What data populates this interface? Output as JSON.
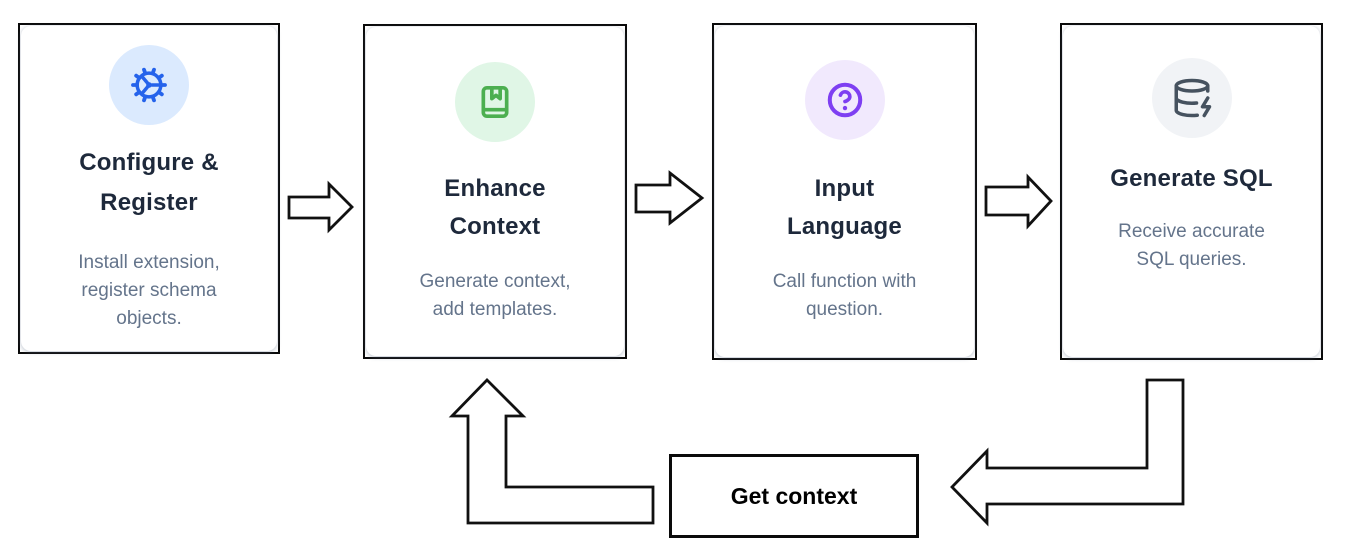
{
  "diagram": {
    "cards": [
      {
        "title_lines": [
          "Configure &",
          "Register"
        ],
        "desc_lines": [
          "Install extension,",
          "register schema",
          "objects."
        ],
        "icon": "gear-icon",
        "icon_color": "#2563eb",
        "icon_bg": "#dbeafe"
      },
      {
        "title_lines": [
          "Enhance",
          "Context"
        ],
        "desc_lines": [
          "Generate context,",
          "add templates."
        ],
        "icon": "book-marked-icon",
        "icon_color": "#4caf50",
        "icon_bg": "#e0f6e6"
      },
      {
        "title_lines": [
          "Input",
          "Language"
        ],
        "desc_lines": [
          "Call function with",
          "question."
        ],
        "icon": "help-circle-icon",
        "icon_color": "#7e3ff2",
        "icon_bg": "#f1e9fd"
      },
      {
        "title_lines": [
          "Generate SQL"
        ],
        "desc_lines": [
          "Receive accurate",
          "SQL queries."
        ],
        "icon": "database-zap-icon",
        "icon_color": "#46525f",
        "icon_bg": "#f1f3f6"
      }
    ],
    "loop_label": "Get context",
    "colors": {
      "title_text": "#1e293b",
      "description_text": "#64748b",
      "arrow_outline": "#111111",
      "card_border": "#0a0a0a",
      "background": "#ffffff"
    }
  }
}
